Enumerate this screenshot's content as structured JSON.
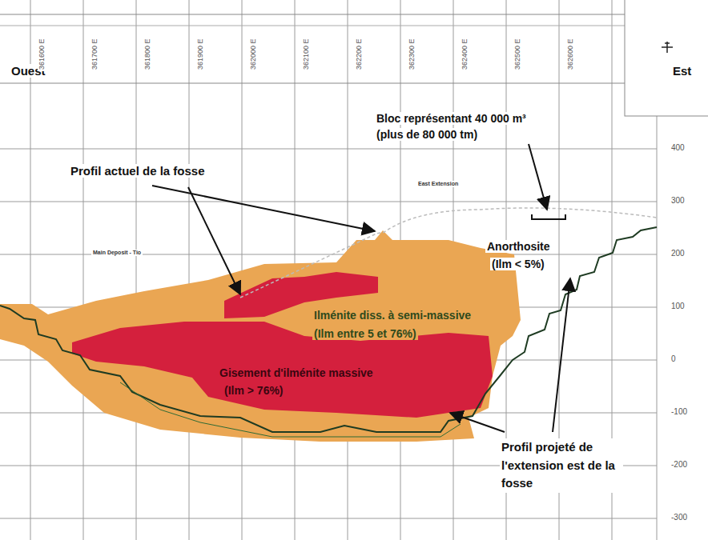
{
  "diagram": {
    "labels": [
      "Ouest",
      "Est",
      "361600 E",
      "361700 E",
      "361800 E",
      "361900 E",
      "362000 E",
      "362100 E",
      "362200 E",
      "362300 E",
      "362400 E",
      "362500 E",
      "362600 E",
      "400",
      "300",
      "200",
      "100",
      "0",
      "-100",
      "-200",
      "-300",
      "Bloc représentant 40 000 m³",
      "(plus de 80 000 tm)",
      "Profil actuel de la fosse",
      "East Extension",
      "Main Deposit - Tio",
      "Anorthosite",
      "(Ilm < 5%)",
      "Ilménite diss. à semi-massive",
      "(Ilm entre 5 et 76%)",
      "Gisement d'ilménite massive",
      "(Ilm > 76%)",
      "Profil projeté de l'extension est de la fosse"
    ]
  }
}
